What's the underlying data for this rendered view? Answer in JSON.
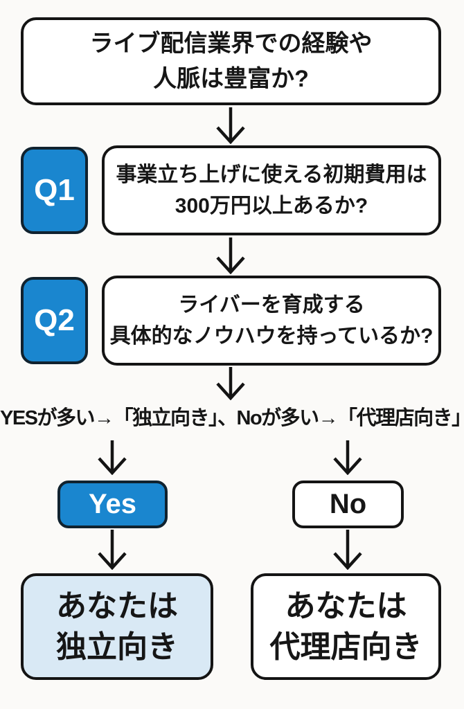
{
  "colors": {
    "accent_blue": "#1a86cf",
    "result_highlight": "#d9e9f5",
    "line_black": "#141414",
    "background": "#fbfaf8"
  },
  "flow": {
    "start_box": {
      "line1": "ライブ配信業界での経験や",
      "line2": "人脈は豊富か?"
    },
    "questions": [
      {
        "badge": "Q1",
        "line1": "事業立ち上げに使える初期費用は",
        "line2": "300万円以上あるか?"
      },
      {
        "badge": "Q2",
        "line1": "ライバーを育成する",
        "line2": "具体的なノウハウを持っているか?"
      }
    ],
    "rule_text": "YESが多い→「独立向き」、Noが多い→「代理店向き」",
    "yes_label": "Yes",
    "no_label": "No",
    "result_yes": {
      "line1": "あなたは",
      "line2": "独立向き"
    },
    "result_no": {
      "line1": "あなたは",
      "line2": "代理店向き"
    }
  }
}
